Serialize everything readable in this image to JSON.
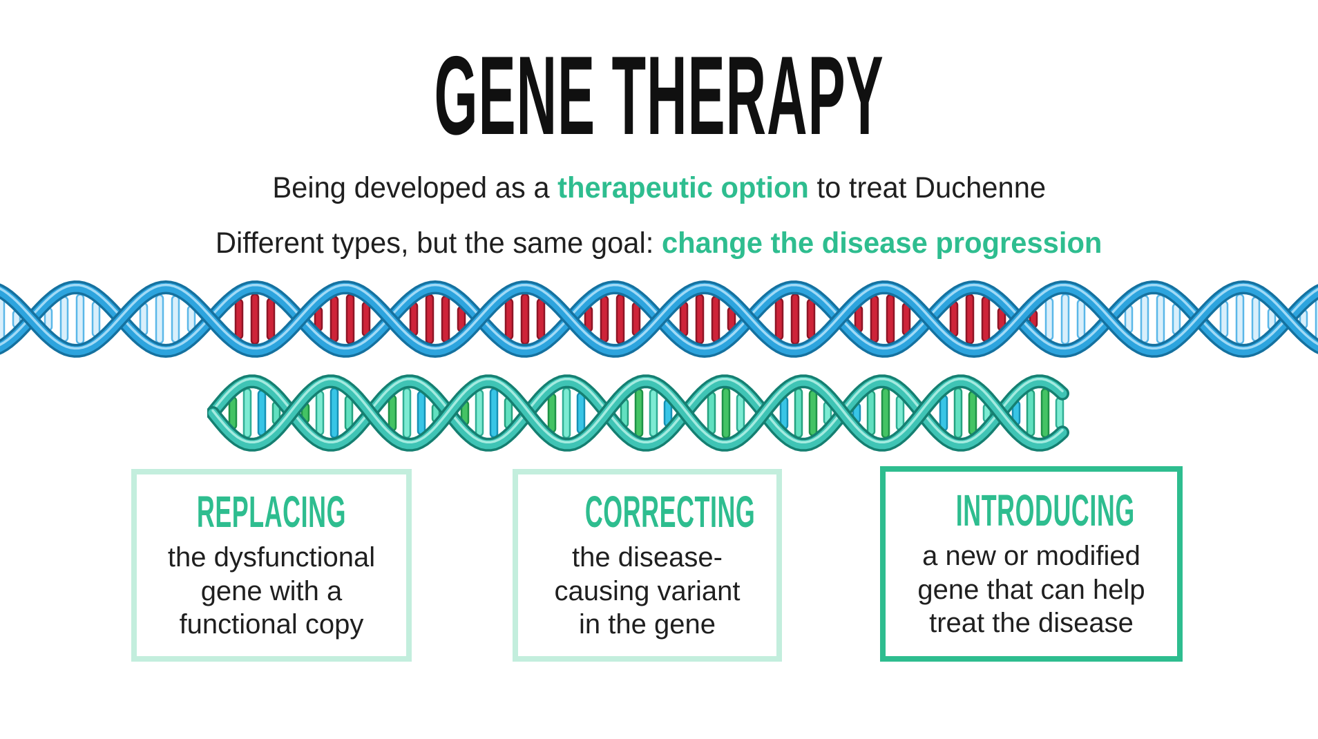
{
  "slide": {
    "title": "GENE THERAPY",
    "subtitle_line1": {
      "prefix": "Being developed as a ",
      "highlight": "therapeutic option",
      "suffix": " to treat Duchenne"
    },
    "subtitle_line2": {
      "prefix": "Different types, but the same goal: ",
      "highlight": "change the disease progression"
    }
  },
  "cards": [
    {
      "heading": "REPLACING",
      "body": "the dysfunctional\ngene with a\nfunctional copy"
    },
    {
      "heading": "CORRECTING",
      "body": "the disease-\ncausing variant\nin the gene"
    },
    {
      "heading": "INTRODUCING",
      "body": "a new or modified\ngene that can help\ntreat the disease"
    }
  ],
  "colors": {
    "accent_green": "#2ebd8f",
    "card_border_light": "#c3eedd",
    "title_black": "#101010",
    "body_text": "#1f1f1f"
  },
  "illustrations": {
    "dna_helix_top": {
      "label": "blue DNA double helix with red mutated segment",
      "colors": {
        "strand": "#2da4de",
        "strand_outline": "#15719f",
        "strand_highlight": "#aee0f8",
        "rung_fill": "#d9effb",
        "rung_stroke": "#5ab7e8",
        "mutation_fill": "#ce2439",
        "mutation_stroke": "#8e1526"
      }
    },
    "dna_helix_bottom": {
      "label": "teal and green healthy DNA double helix",
      "colors": {
        "strand": "#3fc4b5",
        "strand_outline": "#157f71",
        "strand_highlight": "#aff0e4",
        "rung_colors": [
          [
            "#44c364",
            "#1e9247"
          ],
          [
            "#7debd3",
            "#2fae94"
          ],
          [
            "#38c5e6",
            "#1691b5"
          ],
          [
            "#62e0c0",
            "#25a27f"
          ]
        ]
      }
    }
  }
}
